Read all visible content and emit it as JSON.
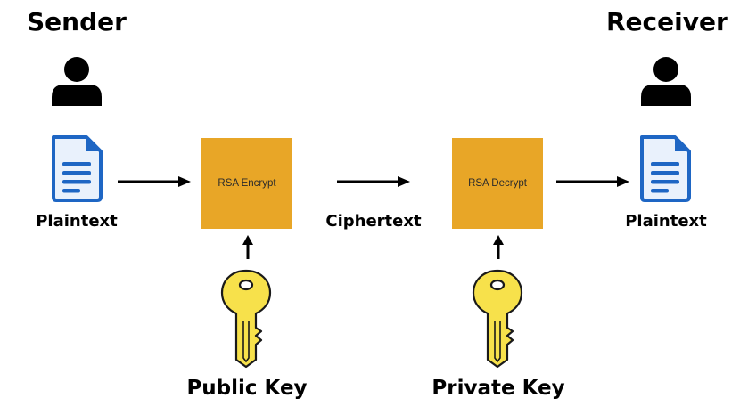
{
  "sender": {
    "title": "Sender",
    "plaintext_label": "Plaintext"
  },
  "receiver": {
    "title": "Receiver",
    "plaintext_label": "Plaintext"
  },
  "encrypt": {
    "box_label": "RSA Encrypt",
    "key_label": "Public Key"
  },
  "decrypt": {
    "box_label": "RSA Decrypt",
    "key_label": "Private Key"
  },
  "ciphertext_label": "Ciphertext",
  "icons": {
    "person": "user-silhouette",
    "document": "document-file",
    "key": "key"
  },
  "colors": {
    "box_fill": "#E8A627",
    "doc_blue": "#1E66C4",
    "doc_light": "#E9F1FC",
    "key_fill": "#F7E14B",
    "arrow": "#000000"
  }
}
